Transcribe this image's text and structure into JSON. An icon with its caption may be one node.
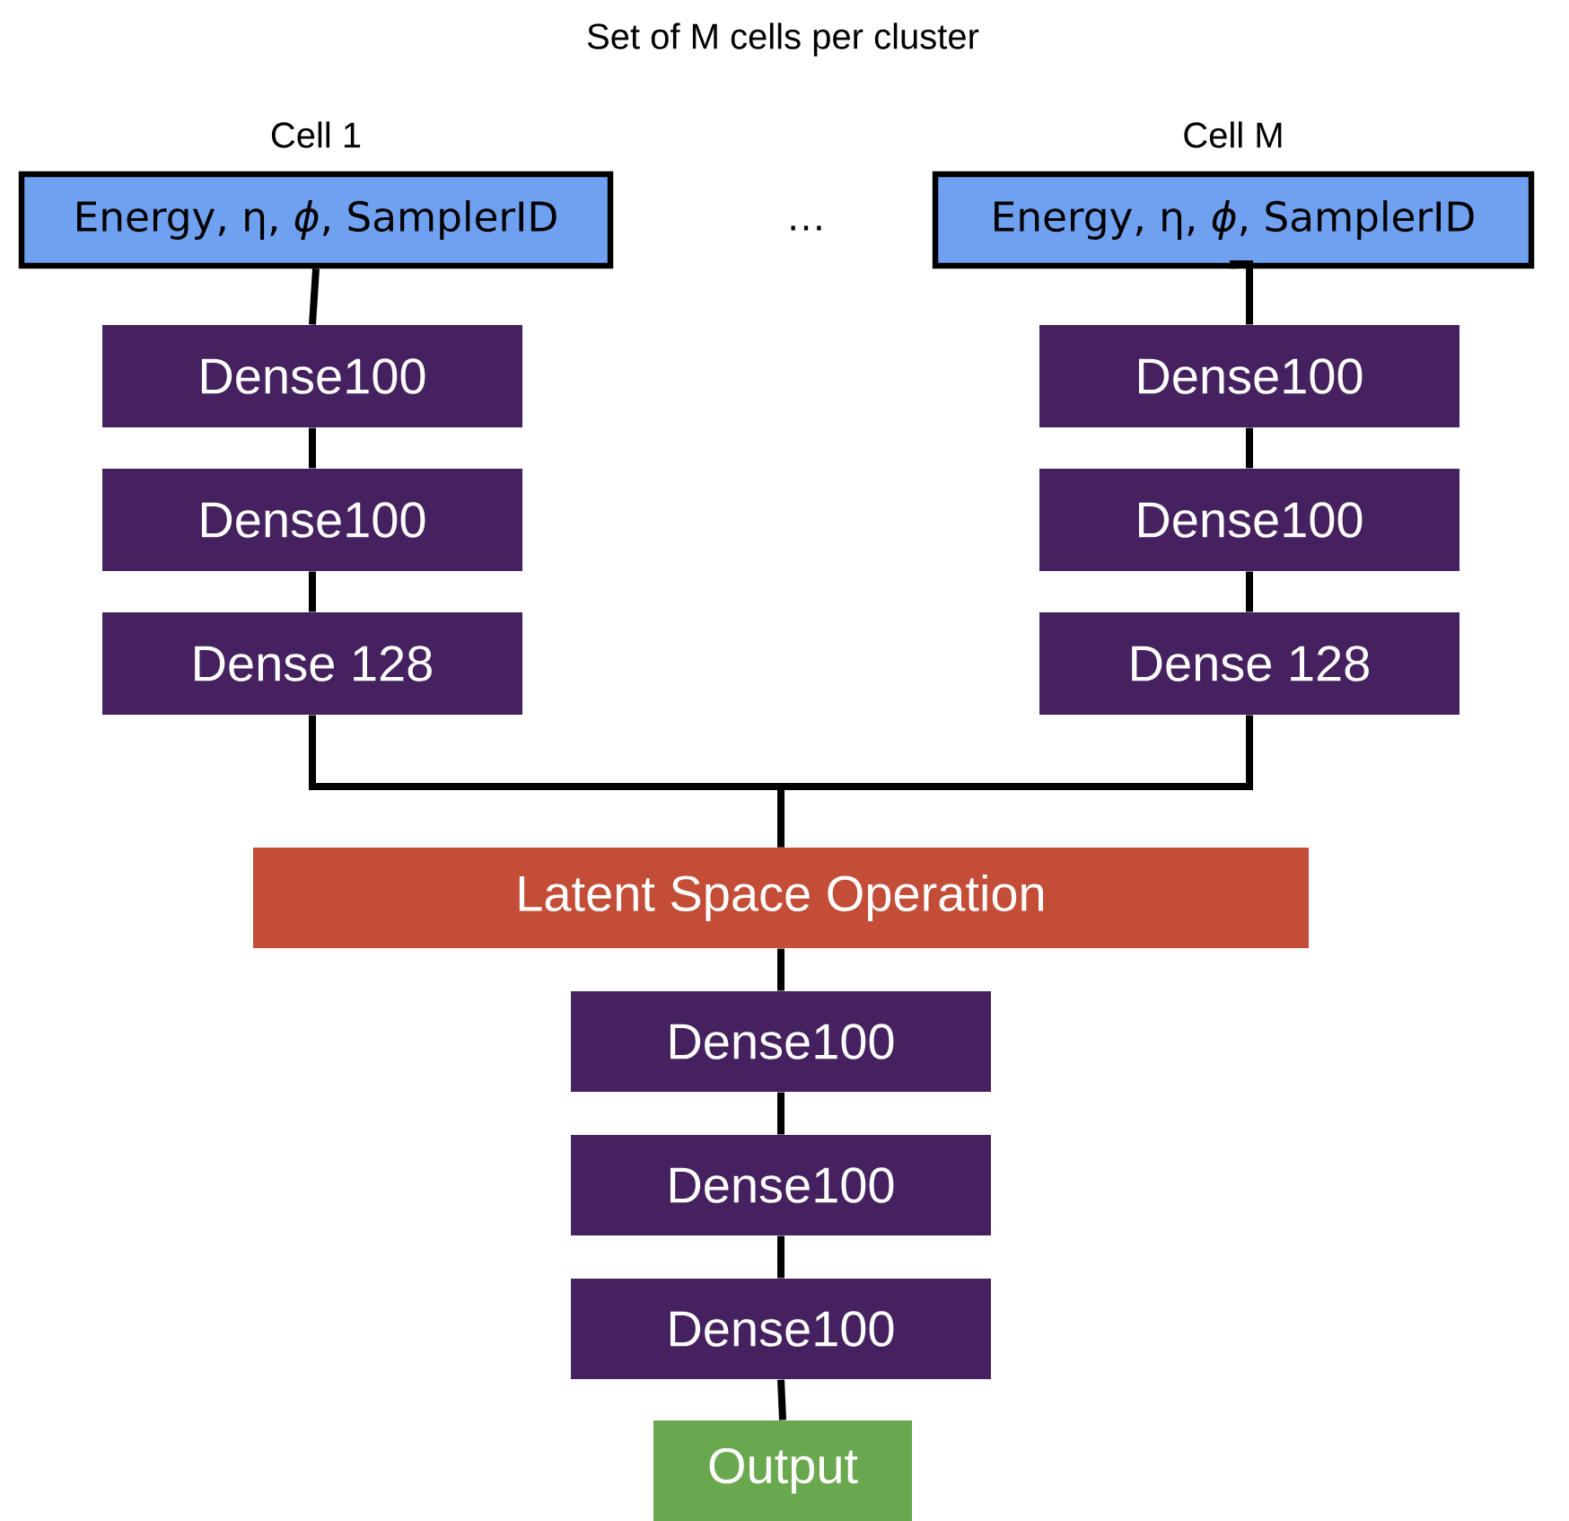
{
  "diagram": {
    "title": "Set of M cells per cluster",
    "nodes": [
      {
        "text": [
          "Cell 1",
          "Energy, η, *ϕ*, SamplerID"
        ]
      },
      {
        "text": [
          "Dense100"
        ]
      },
      {
        "text": [
          "Dense100"
        ]
      },
      {
        "text": [
          "Dense 128"
        ]
      },
      {
        "text": [
          "Cell M",
          "Energy, η, *ϕ*, SamplerID"
        ]
      },
      {
        "text": [
          "Dense100"
        ]
      },
      {
        "text": [
          "Dense100"
        ]
      },
      {
        "text": [
          "Dense 128"
        ]
      },
      {
        "text": [
          "Latent Space Operation"
        ]
      },
      {
        "text": [
          "Dense100"
        ]
      },
      {
        "text": [
          "Dense100"
        ]
      },
      {
        "text": [
          "Dense100"
        ]
      },
      {
        "text": [
          "Output"
        ]
      }
    ],
    "edges": [
      {
        "from": 0,
        "to": 1,
        "arrow": "none"
      },
      {
        "from": 1,
        "to": 2,
        "arrow": "none"
      },
      {
        "from": 2,
        "to": 3,
        "arrow": "none"
      },
      {
        "from": 4,
        "to": 5,
        "arrow": "none"
      },
      {
        "from": 5,
        "to": 6,
        "arrow": "none"
      },
      {
        "from": 6,
        "to": 7,
        "arrow": "none"
      },
      {
        "from": 3,
        "to": 8,
        "arrow": "none"
      },
      {
        "from": 7,
        "to": 8,
        "arrow": "none"
      },
      {
        "from": 8,
        "to": 9,
        "arrow": "none"
      },
      {
        "from": 9,
        "to": 10,
        "arrow": "none"
      },
      {
        "from": 10,
        "to": 11,
        "arrow": "none"
      },
      {
        "from": 11,
        "to": 12,
        "arrow": "none"
      }
    ],
    "labels": [
      "…"
    ]
  }
}
